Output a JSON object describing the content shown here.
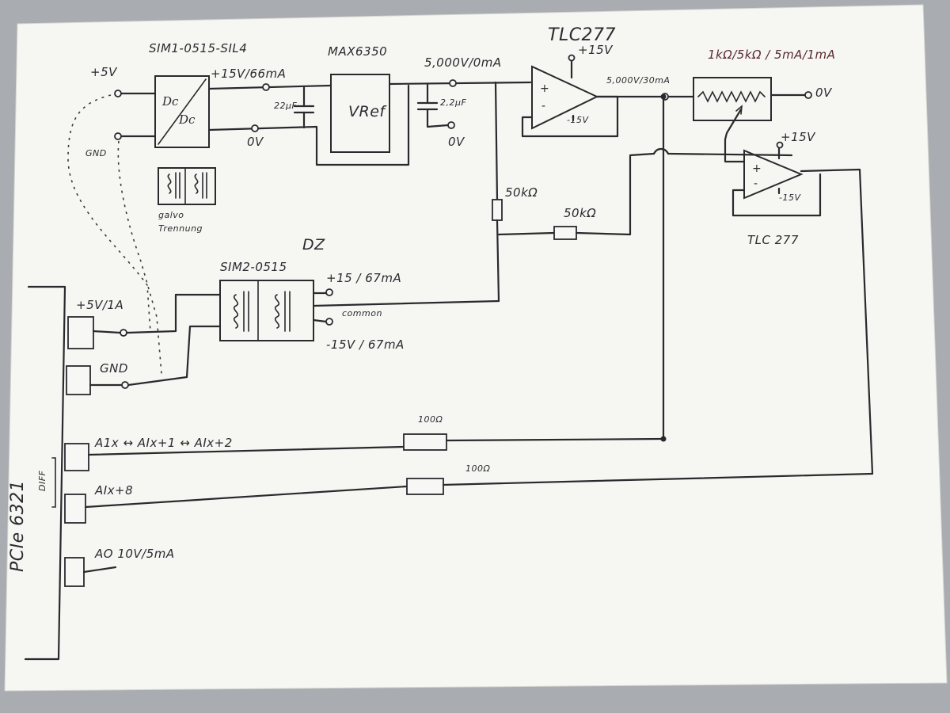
{
  "labels": {
    "sim1_part": "SIM1-0515-SIL4",
    "max6350": "MAX6350",
    "tlc277_top": "TLC277",
    "tlc277_right": "TLC 277",
    "pot_spec": "1kΩ/5kΩ / 5mA/1mA",
    "vin_top": "+5V",
    "gnd_top": "GND",
    "sim1_out_pos": "+15V/66mA",
    "sim1_out_zero": "0V",
    "cap1": "22µF",
    "vref_label": "VRef",
    "ref_out": "5,000V/0mA",
    "cap2": "2,2µF",
    "ref_zero": "0V",
    "opamp1_vpos": "+15V",
    "opamp1_vneg": "-15V",
    "buffer_out": "5,000V/30mA",
    "pot_zero": "0V",
    "opamp2_vpos": "+15V",
    "opamp2_vneg": "-15V",
    "galvo": "galvo Trennung",
    "res_50k_a": "50kΩ",
    "res_50k_b": "50kΩ",
    "dz": "DZ",
    "sim2_part": "SIM2-0515",
    "sim2_pos": "+15 / 67mA",
    "sim2_common": "common",
    "sim2_neg": "-15V / 67mA",
    "pcie_supply": "+5V/1A",
    "pcie_gnd": "GND",
    "ai_chain": "A1x ↔ AIx+1 ↔ AIx+2",
    "ai_x8": "AIx+8",
    "diff": "DIFF",
    "ao": "AO 10V/5mA",
    "res_100_a": "100Ω",
    "res_100_b": "100Ω",
    "pcie_card": "PCIe 6321"
  }
}
